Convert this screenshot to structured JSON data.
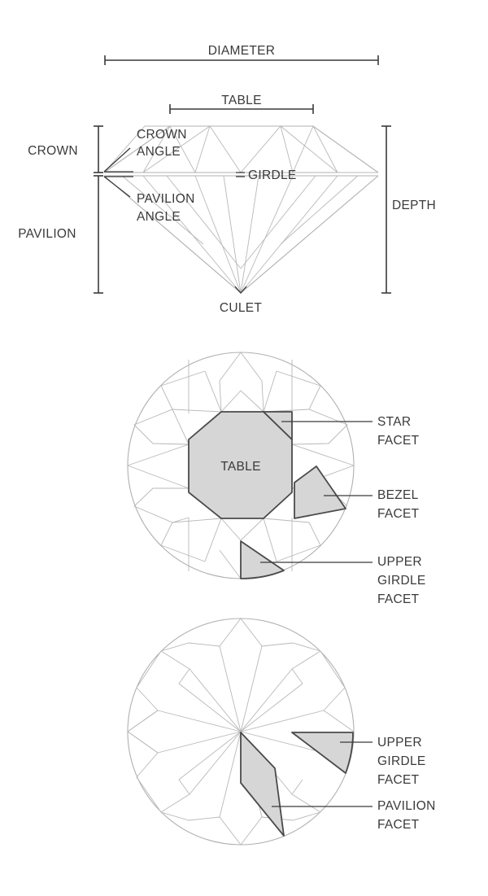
{
  "colors": {
    "ink": "#3a3a3a",
    "facet_line": "#b8b8b8",
    "highlight_fill": "#d6d6d6",
    "background": "#ffffff"
  },
  "side_view": {
    "diameter": "DIAMETER",
    "table": "TABLE",
    "crown": "CROWN",
    "crown_angle": [
      "CROWN",
      "ANGLE"
    ],
    "girdle": "GIRDLE",
    "pavilion_angle": [
      "PAVILION",
      "ANGLE"
    ],
    "pavilion": "PAVILION",
    "depth": "DEPTH",
    "culet": "CULET"
  },
  "top_view": {
    "table": "TABLE",
    "star_facet": [
      "STAR",
      "FACET"
    ],
    "bezel_facet": [
      "BEZEL",
      "FACET"
    ],
    "upper_girdle_facet": [
      "UPPER",
      "GIRDLE",
      "FACET"
    ]
  },
  "bottom_view": {
    "upper_girdle_facet": [
      "UPPER",
      "GIRDLE",
      "FACET"
    ],
    "pavilion_facet": [
      "PAVILION",
      "FACET"
    ]
  }
}
